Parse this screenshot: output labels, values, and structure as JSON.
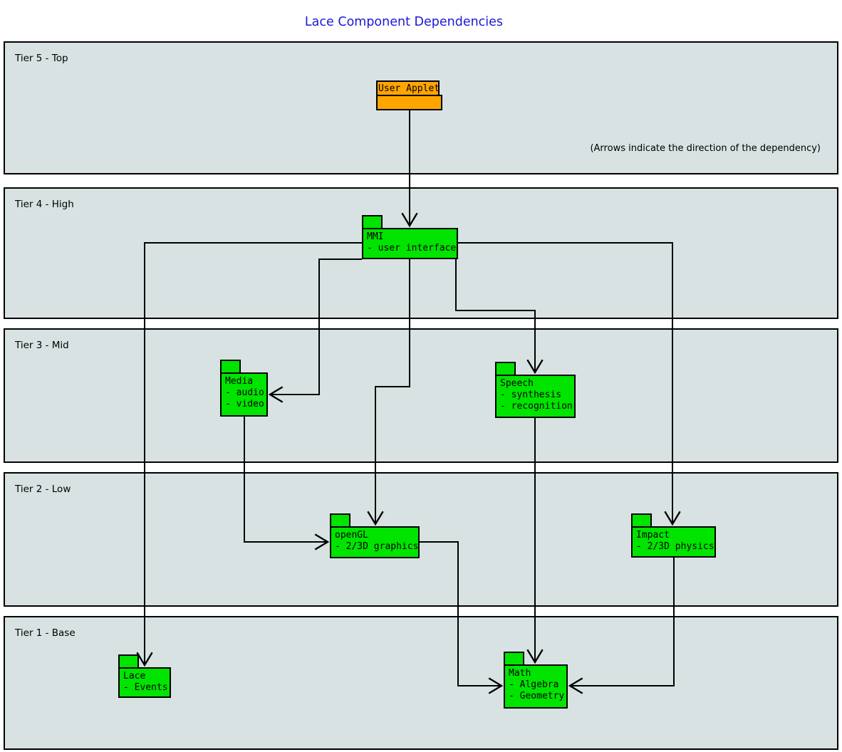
{
  "title": "Lace Component Dependencies",
  "note": "(Arrows indicate the direction of the dependency)",
  "tiers": [
    {
      "label": "Tier 5 - Top"
    },
    {
      "label": "Tier 4 - High"
    },
    {
      "label": "Tier 3 - Mid"
    },
    {
      "label": "Tier 2 - Low"
    },
    {
      "label": "Tier 1 - Base"
    }
  ],
  "components": {
    "user_applet": {
      "title": "User Applet",
      "tier": "Tier 5 - Top"
    },
    "mmi": {
      "title": "MMI",
      "tier": "Tier 4 - High",
      "lines": [
        "- user interface"
      ]
    },
    "media": {
      "title": "Media",
      "tier": "Tier 3 - Mid",
      "lines": [
        "- audio",
        "- video"
      ]
    },
    "speech": {
      "title": "Speech",
      "tier": "Tier 3 - Mid",
      "lines": [
        "- synthesis",
        "- recognition"
      ]
    },
    "opengl": {
      "title": "openGL",
      "tier": "Tier 2 - Low",
      "lines": [
        "- 2/3D graphics"
      ]
    },
    "impact": {
      "title": "Impact",
      "tier": "Tier 2 - Low",
      "lines": [
        "- 2/3D physics"
      ]
    },
    "lace": {
      "title": "Lace",
      "tier": "Tier 1 - Base",
      "lines": [
        "- Events"
      ]
    },
    "math": {
      "title": "Math",
      "tier": "Tier 1 - Base",
      "lines": [
        "- Algebra",
        "- Geometry"
      ]
    }
  },
  "edges": [
    {
      "from": "User Applet",
      "to": "MMI"
    },
    {
      "from": "MMI",
      "to": "Lace"
    },
    {
      "from": "MMI",
      "to": "Media"
    },
    {
      "from": "MMI",
      "to": "openGL"
    },
    {
      "from": "MMI",
      "to": "Speech"
    },
    {
      "from": "MMI",
      "to": "Impact"
    },
    {
      "from": "Media",
      "to": "openGL"
    },
    {
      "from": "Speech",
      "to": "Math"
    },
    {
      "from": "openGL",
      "to": "Math"
    },
    {
      "from": "Impact",
      "to": "Math"
    }
  ],
  "colors": {
    "component_green": "#00e400",
    "applet_orange": "#ffa500",
    "tier_fill": "#d8e2e2",
    "title_blue": "#1a1ad6",
    "line_black": "#000000",
    "background": "#ffffff"
  }
}
